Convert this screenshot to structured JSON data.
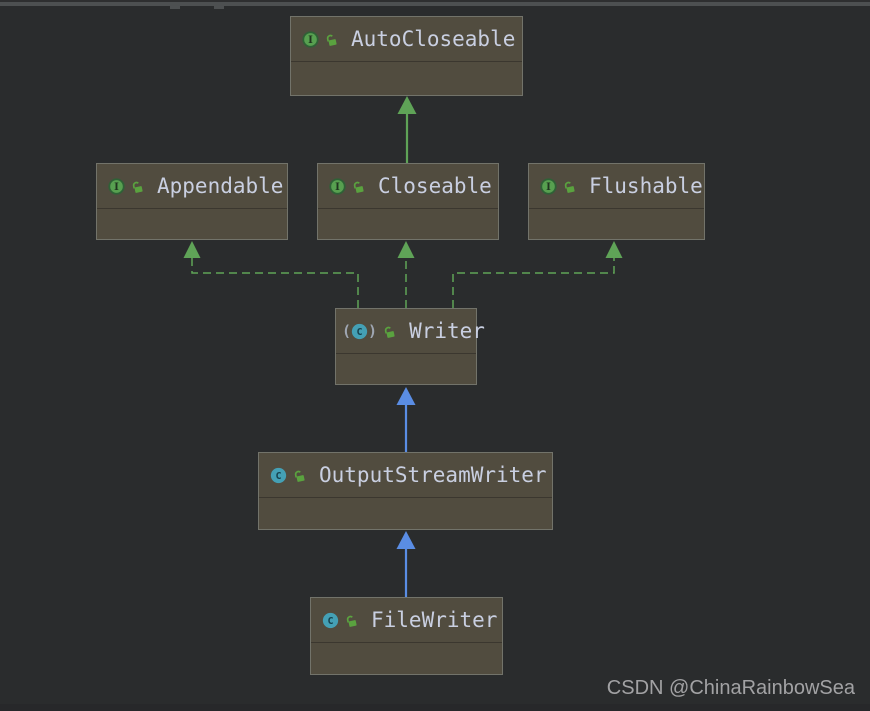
{
  "colors": {
    "background": "#2a2c2d",
    "top_strip": "#4d5051",
    "node_fill": "#514c3f",
    "node_border": "#72736a",
    "node_separator": "#3b372f",
    "node_text": "#c9cfe1",
    "interface_icon_fill": "#57a050",
    "interface_icon_ring": "#2f6136",
    "interface_icon_letter": "#20351f",
    "class_icon_fill": "#44a0b5",
    "class_icon_letter": "#16414d",
    "lock_icon": "#5aa23f",
    "edge_green": "#5fa357",
    "edge_blue": "#5a8de4",
    "watermark_text": "#a2a2a4"
  },
  "diagram": {
    "title": "FileWriter class hierarchy",
    "nodes": [
      {
        "id": "autocloseable",
        "label": "AutoCloseable",
        "kind": "interface",
        "visibility": "public"
      },
      {
        "id": "appendable",
        "label": "Appendable",
        "kind": "interface",
        "visibility": "public"
      },
      {
        "id": "closeable",
        "label": "Closeable",
        "kind": "interface",
        "visibility": "public"
      },
      {
        "id": "flushable",
        "label": "Flushable",
        "kind": "interface",
        "visibility": "public"
      },
      {
        "id": "writer",
        "label": "Writer",
        "kind": "abstract-class",
        "visibility": "public"
      },
      {
        "id": "outputstreamwriter",
        "label": "OutputStreamWriter",
        "kind": "class",
        "visibility": "public"
      },
      {
        "id": "filewriter",
        "label": "FileWriter",
        "kind": "class",
        "visibility": "public"
      }
    ],
    "edges": [
      {
        "from": "Closeable",
        "to": "AutoCloseable",
        "type": "extends",
        "style": "solid",
        "color": "#5fa357"
      },
      {
        "from": "Writer",
        "to": "Appendable",
        "type": "implements",
        "style": "dashed",
        "color": "#5fa357"
      },
      {
        "from": "Writer",
        "to": "Closeable",
        "type": "implements",
        "style": "dashed",
        "color": "#5fa357"
      },
      {
        "from": "Writer",
        "to": "Flushable",
        "type": "implements",
        "style": "dashed",
        "color": "#5fa357"
      },
      {
        "from": "OutputStreamWriter",
        "to": "Writer",
        "type": "extends",
        "style": "solid",
        "color": "#5a8de4"
      },
      {
        "from": "FileWriter",
        "to": "OutputStreamWriter",
        "type": "extends",
        "style": "solid",
        "color": "#5a8de4"
      }
    ]
  },
  "watermark": "CSDN @ChinaRainbowSea"
}
